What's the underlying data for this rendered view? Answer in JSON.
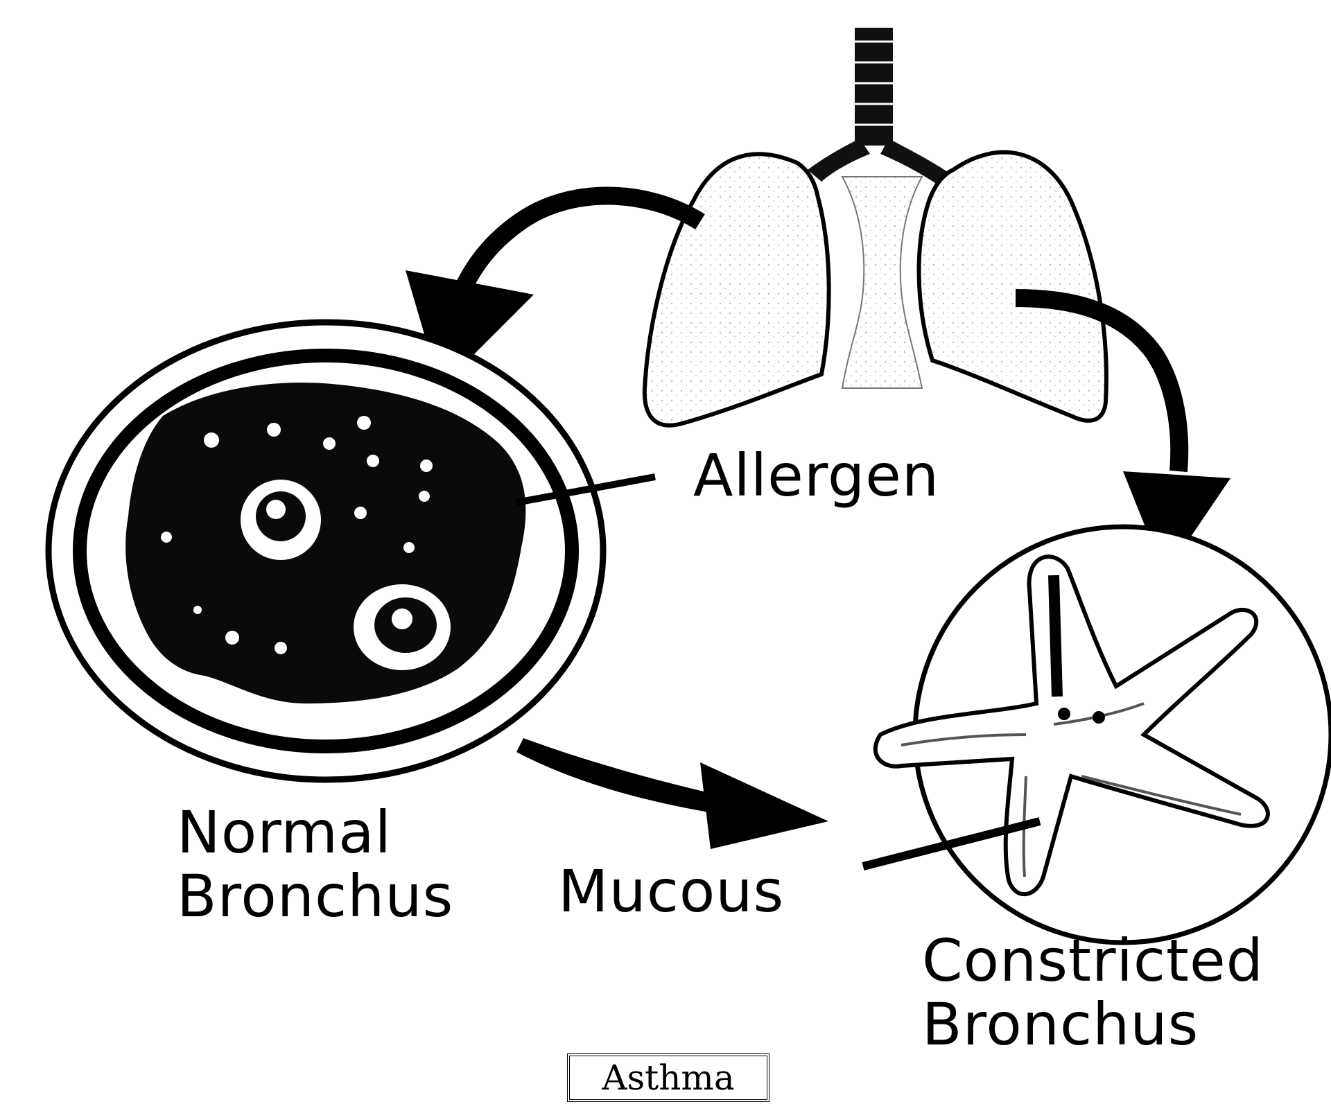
{
  "labels": {
    "allergen": "Allergen",
    "normal_line1": "Normal",
    "normal_line2": "Bronchus",
    "mucous": "Mucous",
    "constricted_line1": "Constricted",
    "constricted_line2": "Bronchus"
  },
  "caption": "Asthma",
  "colors": {
    "ink": "#000000",
    "paper": "#ffffff",
    "lung_fill": "#f1f1f1"
  }
}
